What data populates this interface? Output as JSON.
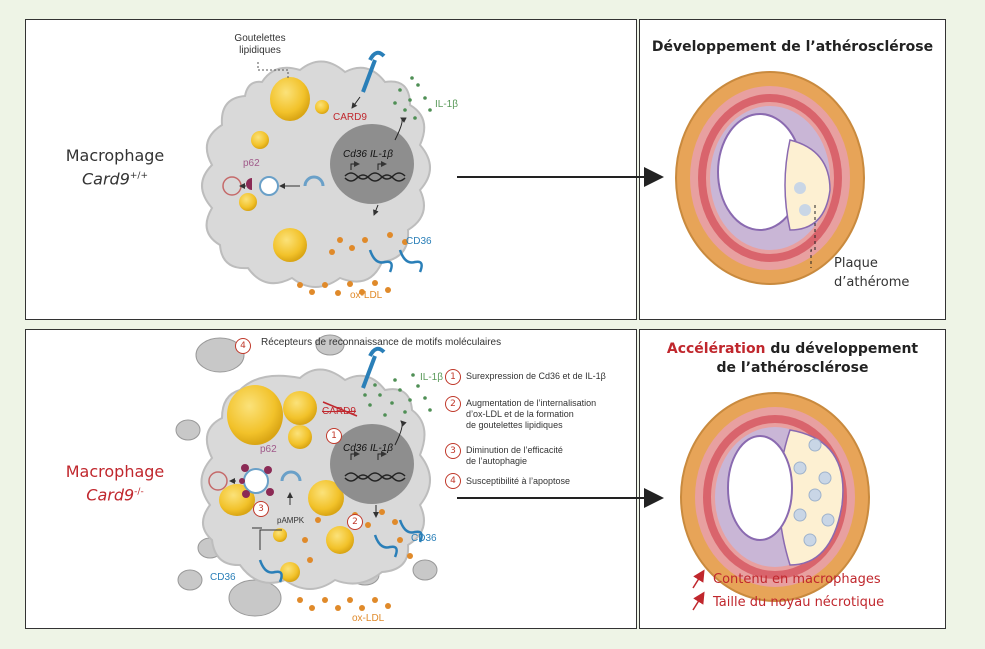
{
  "top": {
    "macrophage_label": "Macrophage",
    "genotype": "Card9",
    "genotype_sup": "+/+",
    "droplets_label_1": "Goutelettes",
    "droplets_label_2": "lipidiques",
    "card9": "CARD9",
    "il1b": "IL-1β",
    "gene1": "Cd36",
    "gene2": "IL-1β",
    "p62": "p62",
    "cd36": "CD36",
    "oxldl": "ox-LDL",
    "right_title": "Développement de l’athérosclérose",
    "plaque_1": "Plaque",
    "plaque_2": "d’athérome"
  },
  "bottom": {
    "macrophage_label": "Macrophage",
    "genotype": "Card9",
    "genotype_sup": "-/-",
    "receptors_num": "4",
    "receptors": "Récepteurs de reconnaissance de motifs moléculaires",
    "card9": "CARD9",
    "il1b": "IL-1β",
    "gene1": "Cd36",
    "gene2": "IL-1β",
    "p62": "p62",
    "pampk": "pAMPK",
    "cd36_a": "CD36",
    "cd36_b": "CD36",
    "oxldl": "ox-LDL",
    "legend": [
      {
        "num": "1",
        "text": "Surexpression de Cd36 et de IL-1β"
      },
      {
        "num": "2",
        "text": "Augmentation de l’internalisation\nd’ox-LDL et de la formation\nde goutelettes lipidiques"
      },
      {
        "num": "3",
        "text": "Diminution de l’efficacité\nde l’autophagie"
      },
      {
        "num": "4",
        "text": "Susceptibilité à l’apoptose"
      }
    ],
    "right_title_accent": "Accélération",
    "right_title_rest": " du développement",
    "right_title_2": "de l’athérosclérose",
    "effects": [
      "Contenu en macrophages",
      "Taille du noyau nécrotique"
    ]
  },
  "colors": {
    "accent_red": "#c0272d",
    "background": "#eef4e6",
    "cd36_blue": "#2a7fb8",
    "il1b_green": "#5a9a5a",
    "ldl_orange": "#e08a2a",
    "p62_purple": "#a05a8a"
  }
}
